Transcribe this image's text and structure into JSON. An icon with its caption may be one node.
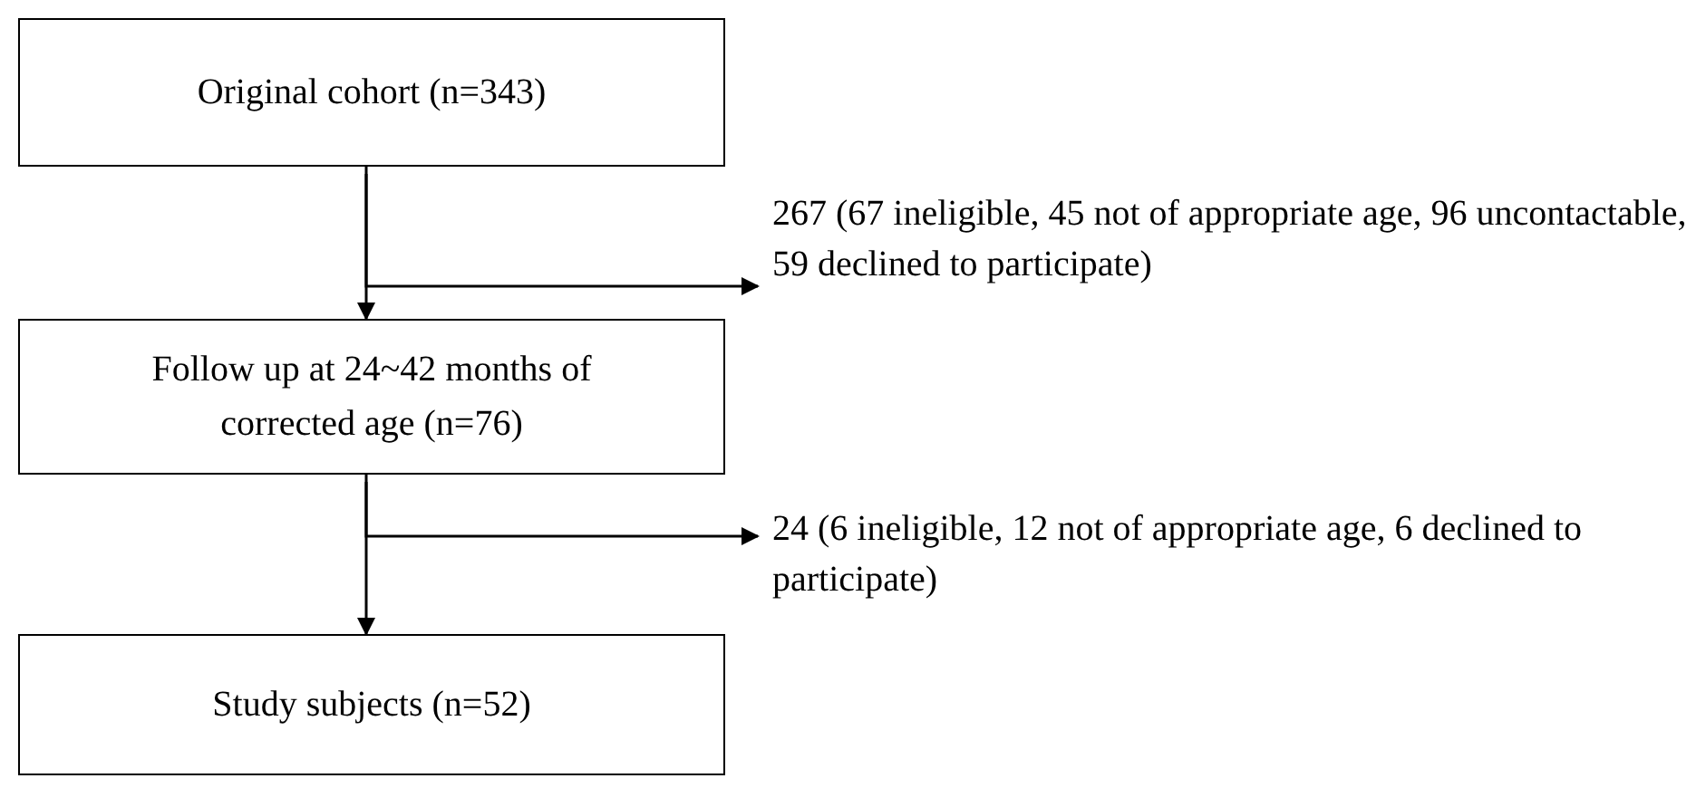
{
  "diagram": {
    "nodes": [
      {
        "text": [
          "Original cohort (n=343)"
        ]
      },
      {
        "text": [
          "267 (67 ineligible, 45 not of appropriate age, 96 uncontactable, 59 declined to participate)"
        ]
      },
      {
        "text": [
          "Follow up at 24~42 months of corrected age (n=76)"
        ]
      },
      {
        "text": [
          "24 (6 ineligible, 12 not of appropriate age, 6 declined to participate)"
        ]
      },
      {
        "text": [
          "Study subjects (n=52)"
        ]
      }
    ],
    "edges": [
      {
        "from": 0,
        "to": 2,
        "arrow": "to"
      },
      {
        "from": 0,
        "to": 1,
        "arrow": "to"
      },
      {
        "from": 2,
        "to": 4,
        "arrow": "to"
      },
      {
        "from": 2,
        "to": 3,
        "arrow": "to"
      }
    ]
  }
}
